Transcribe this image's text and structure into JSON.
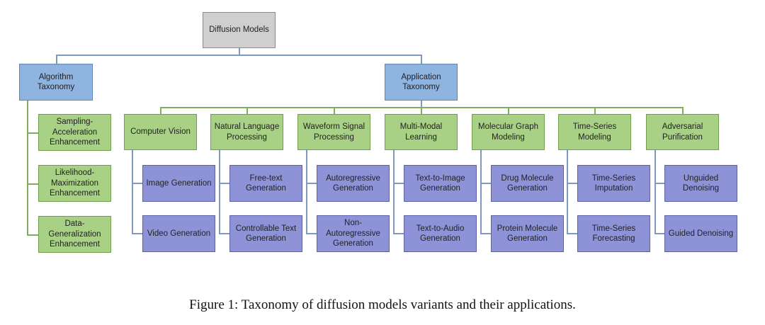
{
  "root": "Diffusion Models",
  "algorithm": {
    "label": "Algorithm Taxonomy",
    "children": [
      "Sampling-Acceleration Enhancement",
      "Likelihood-Maximization Enhancement",
      "Data-Generalization Enhancement"
    ]
  },
  "application": {
    "label": "Application Taxonomy",
    "categories": [
      {
        "label": "Computer Vision",
        "children": [
          "Image Generation",
          "Video Generation"
        ]
      },
      {
        "label": "Natural Language Processing",
        "children": [
          "Free-text Generation",
          "Controllable Text Generation"
        ]
      },
      {
        "label": "Waveform Signal Processing",
        "children": [
          "Autoregressive Generation",
          "Non-Autoregressive Generation"
        ]
      },
      {
        "label": "Multi-Modal Learning",
        "children": [
          "Text-to-Image Generation",
          "Text-to-Audio Generation"
        ]
      },
      {
        "label": "Molecular Graph Modeling",
        "children": [
          "Drug Molecule Generation",
          "Protein Molecule Generation"
        ]
      },
      {
        "label": "Time-Series Modeling",
        "children": [
          "Time-Series Imputation",
          "Time-Series Forecasting"
        ]
      },
      {
        "label": "Adversarial Purification",
        "children": [
          "Unguided Denoising",
          "Guided Denoising"
        ]
      }
    ]
  },
  "caption": "Figure 1: Taxonomy of diffusion models variants and their applications.",
  "colors": {
    "root": "#cfcfcf",
    "taxonomy": "#8fb4df",
    "category": "#a8d185",
    "leaf": "#8e93d8"
  }
}
